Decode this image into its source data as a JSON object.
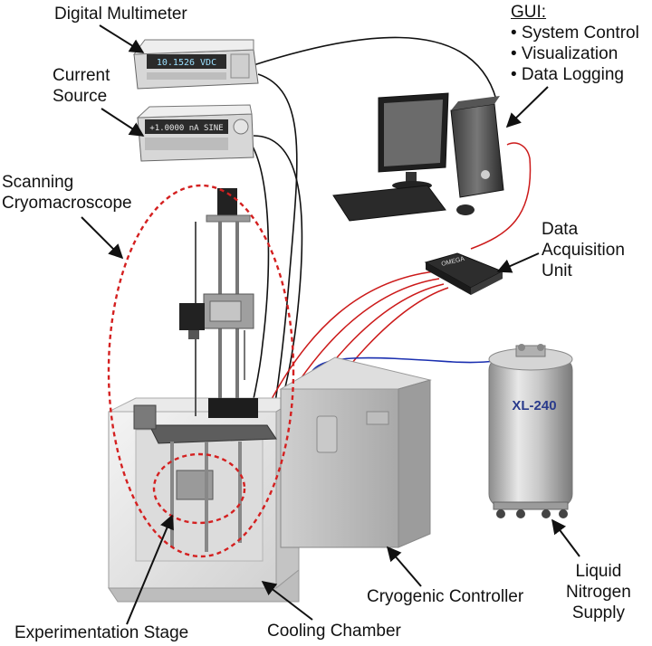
{
  "labels": {
    "digital_multimeter": "Digital Multimeter",
    "current_source_line1": "Current",
    "current_source_line2": "Source",
    "scanning_line1": "Scanning",
    "scanning_line2": "Cryomacroscope",
    "gui_title": "GUI:",
    "gui_items": [
      "• System Control",
      "• Visualization",
      "• Data Logging"
    ],
    "daq_line1": "Data",
    "daq_line2": "Acquisition",
    "daq_line3": "Unit",
    "experimentation_stage": "Experimentation Stage",
    "cooling_chamber": "Cooling Chamber",
    "cryogenic_controller": "Cryogenic Controller",
    "ln2_line1": "Liquid",
    "ln2_line2": "Nitrogen",
    "ln2_line3": "Supply"
  },
  "instruments": {
    "multimeter_display": "10.1526 VDC",
    "current_source_display": "+1.0000 nA   SINE",
    "daq_brand": "OMEGA",
    "dewar_brand": "XL-240"
  },
  "colors": {
    "outline_dashed": "#d42020",
    "red_wire": "#cc1a1a",
    "blue_hose": "#1a2fb0",
    "black_cable": "#111111"
  }
}
